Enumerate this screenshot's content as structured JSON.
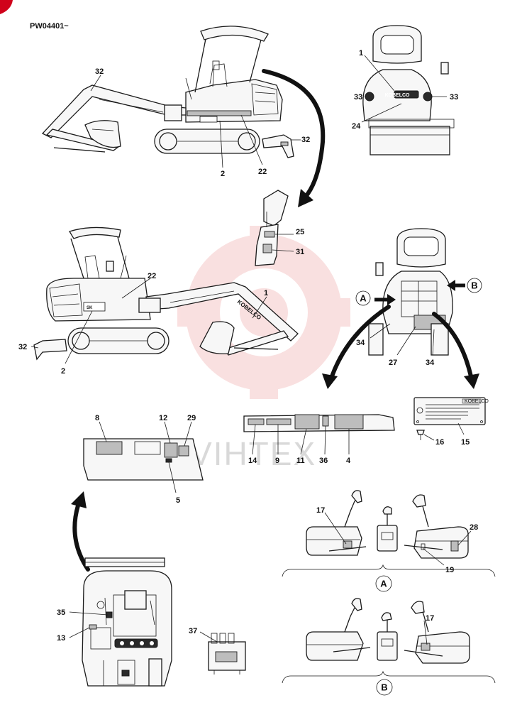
{
  "diagram_code": "PW04401~",
  "watermark": "VIHTEX",
  "callouts": {
    "a": "A",
    "b": "B"
  },
  "labels": {
    "n1": "1",
    "n2": "2",
    "n4": "4",
    "n5": "5",
    "n8": "8",
    "n9": "9",
    "n11": "11",
    "n12": "12",
    "n13": "13",
    "n14": "14",
    "n15": "15",
    "n16": "16",
    "n17": "17",
    "n19": "19",
    "n22": "22",
    "n24": "24",
    "n25": "25",
    "n27": "27",
    "n28": "28",
    "n29": "29",
    "n31": "31",
    "n32": "32",
    "n33": "33",
    "n34": "34",
    "n35": "35",
    "n36": "36",
    "n37": "37"
  },
  "brand_decal": "KOBELCO",
  "model_decal": "SK",
  "plate_brand": "KOBELCO",
  "colors": {
    "watermark": "#f5c7c7",
    "ink": "#111111",
    "decal_fill": "#c0c0c0"
  }
}
